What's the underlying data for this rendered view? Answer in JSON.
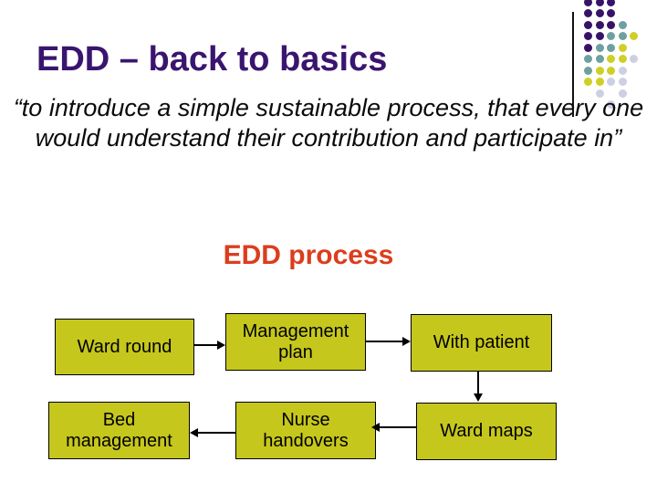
{
  "slide": {
    "title": "EDD – back to basics",
    "quote": {
      "line1": "“to introduce a simple sustainable process, that every one",
      "line2": "would understand their contribution and participate in”"
    },
    "section_heading": "EDD process"
  },
  "flowchart": {
    "nodes": [
      {
        "id": "ward-round",
        "label": "Ward round"
      },
      {
        "id": "management-plan",
        "label": "Management plan"
      },
      {
        "id": "with-patient",
        "label": "With patient"
      },
      {
        "id": "ward-maps",
        "label": "Ward maps"
      },
      {
        "id": "nurse-handovers",
        "label": "Nurse handovers"
      },
      {
        "id": "bed-management",
        "label": "Bed management"
      }
    ],
    "edges": [
      {
        "from": "Ward round",
        "to": "Management plan",
        "direction": "right"
      },
      {
        "from": "Management plan",
        "to": "With patient",
        "direction": "right"
      },
      {
        "from": "With patient",
        "to": "Ward maps",
        "direction": "down"
      },
      {
        "from": "Ward maps",
        "to": "Nurse handovers",
        "direction": "left"
      },
      {
        "from": "Nurse handovers",
        "to": "Bed management",
        "direction": "left"
      }
    ]
  },
  "colors": {
    "background": "#FFFFFF",
    "title_text": "#3A156F",
    "section_heading_text": "#DC3D1D",
    "quote_text": "#0A0A0A",
    "node_fill": "#C6C71C",
    "node_border": "#000000",
    "arrow": "#000000",
    "dot_purple": "#371367",
    "dot_teal": "#6FA0A0",
    "dot_yellow": "#D0CF26",
    "dot_lavender": "#CDCFE3",
    "accent_line": "#111111"
  }
}
